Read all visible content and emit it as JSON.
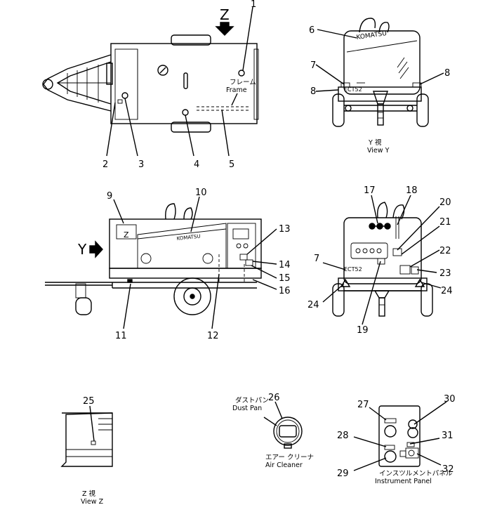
{
  "callouts": [
    "1",
    "2",
    "3",
    "4",
    "5",
    "6",
    "7",
    "8",
    "8",
    "9",
    "10",
    "11",
    "12",
    "13",
    "14",
    "15",
    "16",
    "17",
    "18",
    "20",
    "21",
    "22",
    "7",
    "23",
    "24",
    "24",
    "19",
    "25",
    "26",
    "27",
    "30",
    "28",
    "31",
    "29",
    "32"
  ],
  "labels": {
    "frame_jp": "フレーム",
    "frame_en": "Frame",
    "view_y_jp": "Y 視",
    "view_y_en": "View Y",
    "view_z_jp": "Z 視",
    "view_z_en": "View Z",
    "dust_pan_jp": "ダストパン",
    "dust_pan_en": "Dust Pan",
    "air_cleaner_jp": "エアー クリーナ",
    "air_cleaner_en": "Air Cleaner",
    "instrument_panel_jp": "インスツルメントパネル",
    "instrument_panel_en": "Instrument Panel",
    "arrow_z": "Z",
    "arrow_y": "Y",
    "brand_text": "KOMATSU",
    "model_text": "ECT52",
    "decal_z": "Z"
  }
}
